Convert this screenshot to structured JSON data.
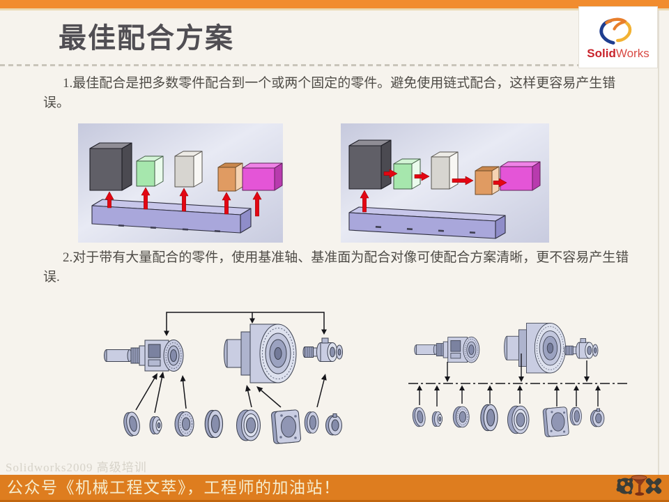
{
  "slide": {
    "title": "最佳配合方案",
    "point1": "1.最佳配合是把多数零件配合到一个或两个固定的零件。避免使用链式配合，这样更容易产生错误。",
    "point2": "2.对于带有大量配合的零件，使用基准轴、基准面为配合对像可使配合方案清晰，更不容易产生错误.",
    "watermark": "Solidworks2009 高级培训",
    "footer_text": "公众号《机械工程文萃》，工程师的加油站！"
  },
  "logo": {
    "brand_bold": "Solid",
    "brand_regular": "Works"
  },
  "colors": {
    "top_bar_orange": "#F18C2E",
    "footer_bar_orange": "#DE7D1F",
    "slide_background": "#F6F3ED",
    "title_text": "#504E53",
    "body_text": "#4F4C47",
    "mate_arrow_red": "#E30613",
    "brand_blue": "#1E3D8F",
    "brand_orange": "#E87E2B",
    "brand_yellow": "#F2B233",
    "brand_red": "#C8232B",
    "block_base_lavender": "#A9A7DB",
    "block_dark_gray": "#605F67",
    "block_green": "#A6E7AD",
    "block_white": "#D7D5D0",
    "block_orange": "#E09B62",
    "block_magenta": "#E455D7",
    "cad_part_fill": "#C9CDE2",
    "footer_text_cream": "#F6EED0"
  }
}
